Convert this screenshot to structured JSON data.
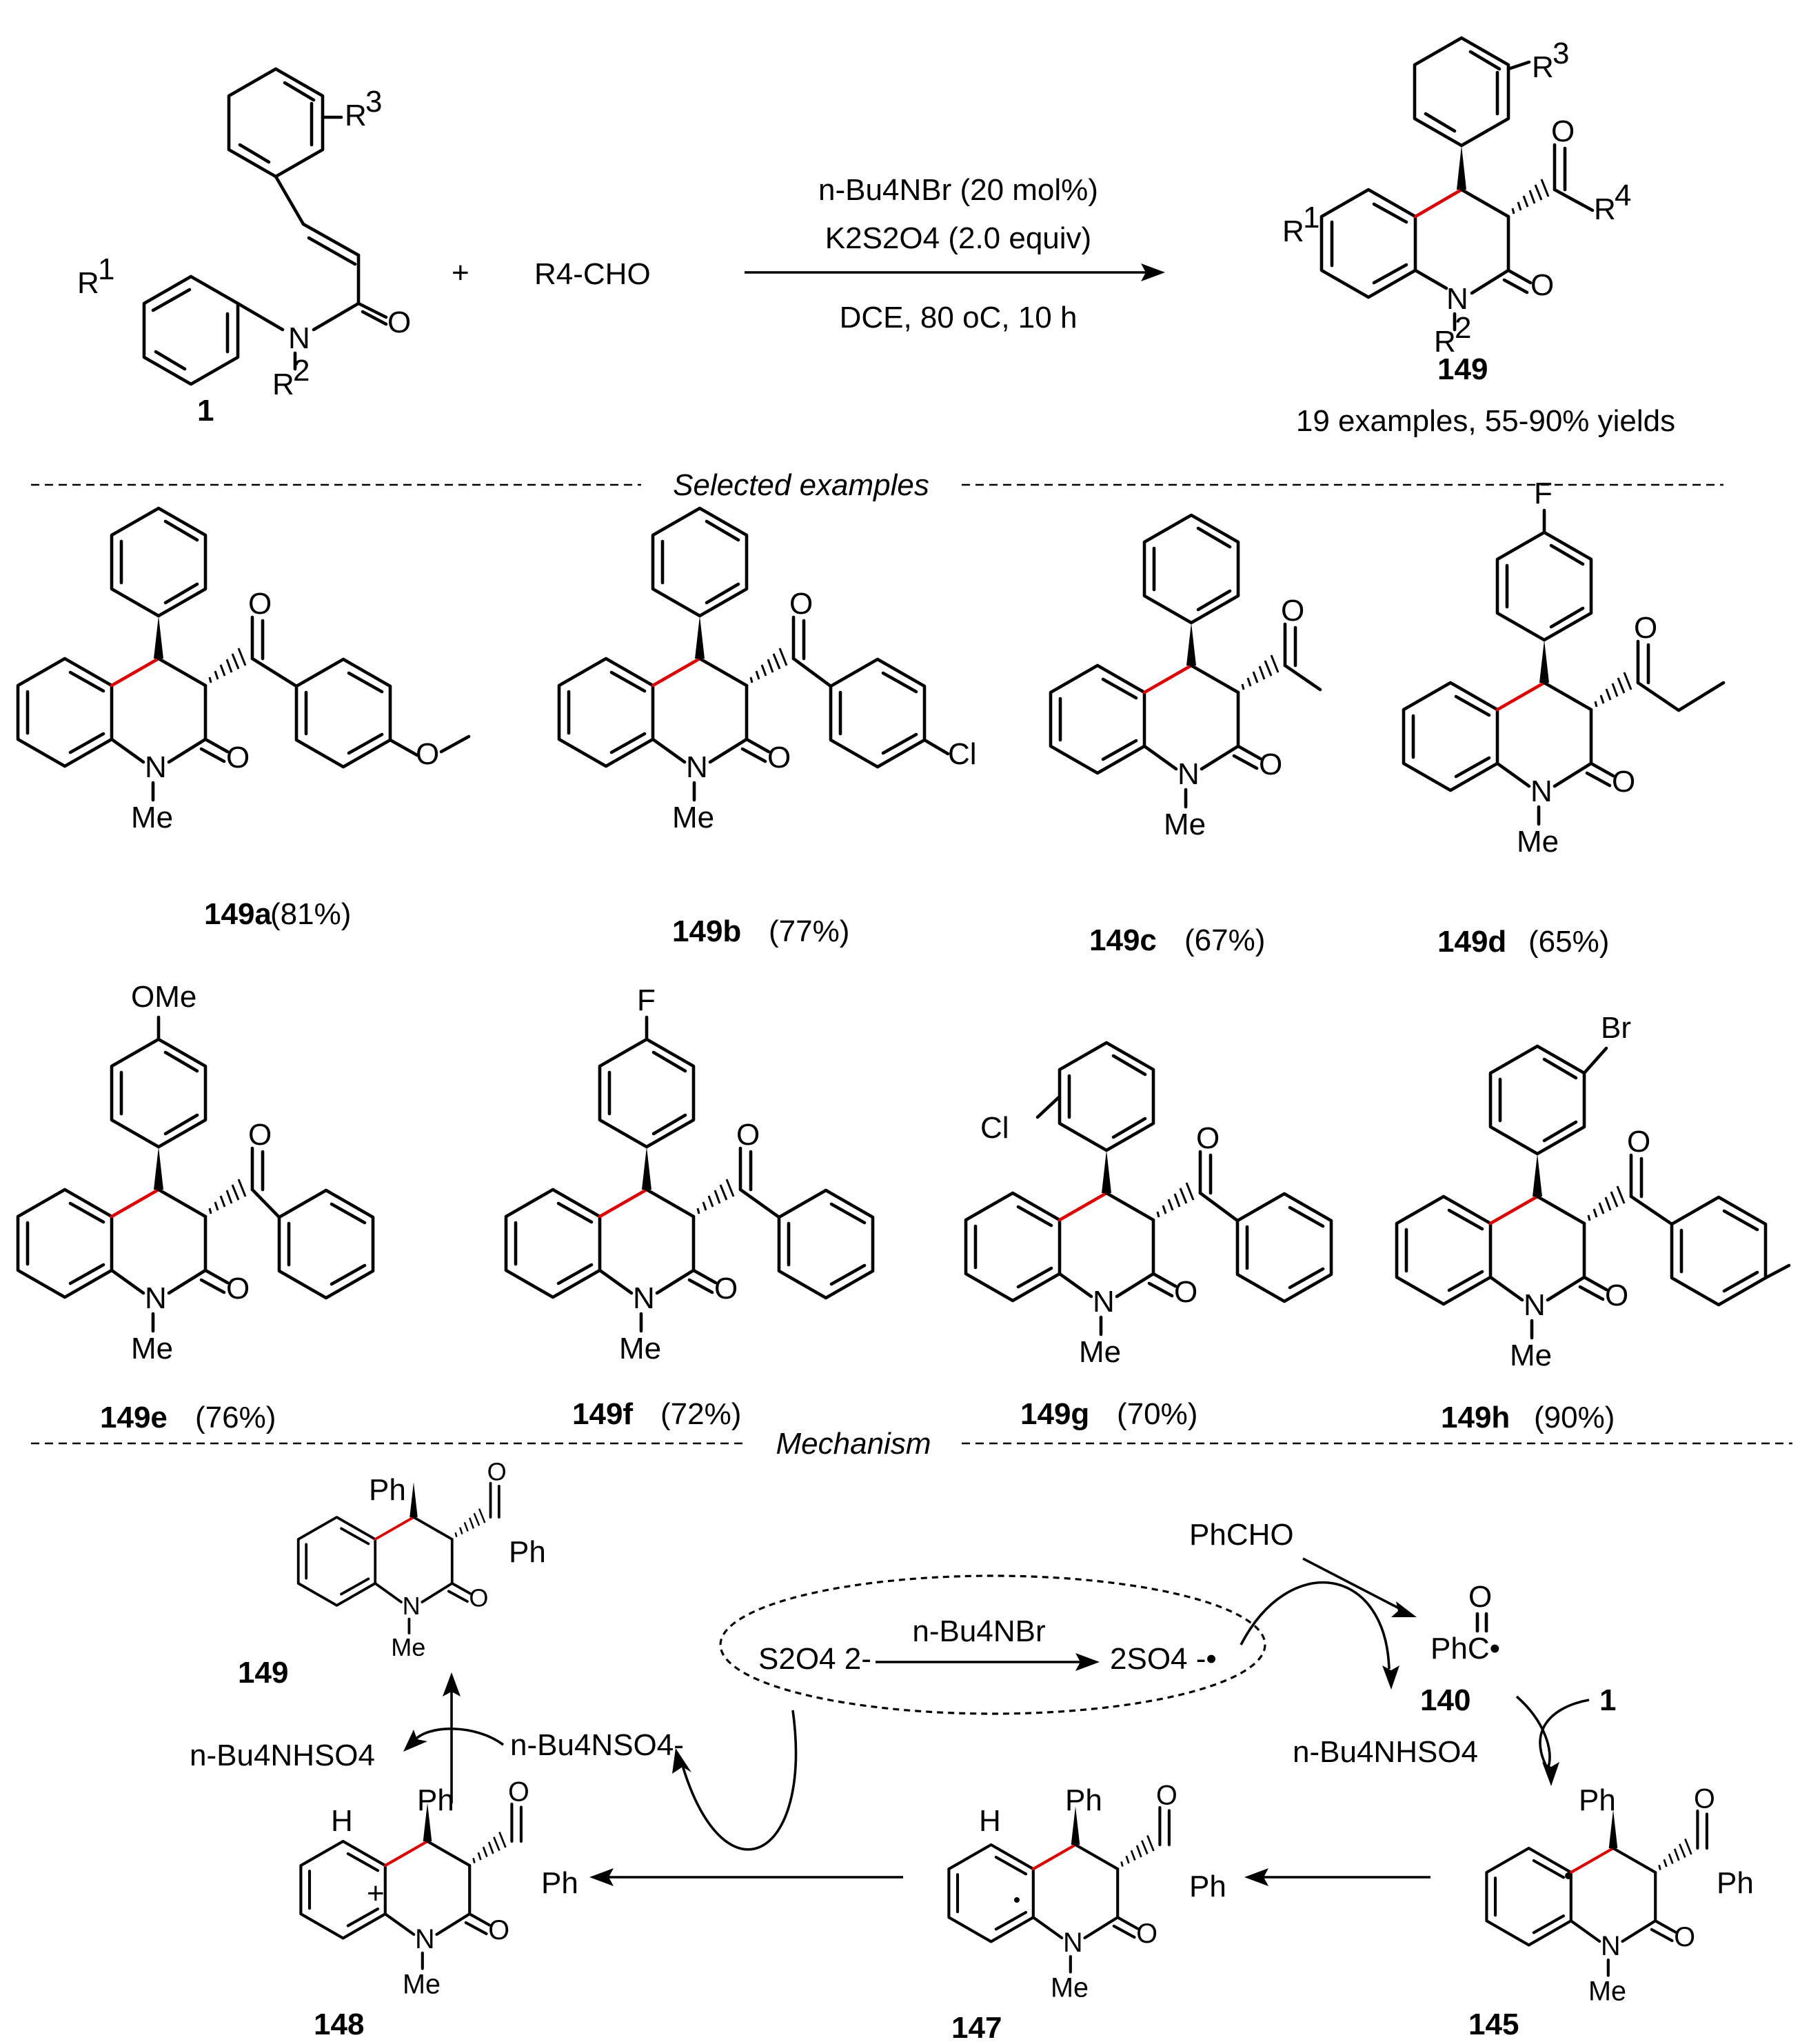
{
  "reaction": {
    "reagent": "R4-CHO",
    "plus": "+",
    "cond1": "n-Bu4NBr (20 mol%)",
    "cond2": "K2S2O4 (2.0 equiv)",
    "cond3": "DCE, 80 oC, 10 h",
    "sm_label": "1",
    "product_label": "149",
    "scope": "19 examples, 55-90% yields"
  },
  "sections": {
    "examples": "Selected examples",
    "mechanism": "Mechanism"
  },
  "examples": [
    {
      "id": "149a",
      "yield": "(81%)"
    },
    {
      "id": "149b",
      "yield": "(77%)"
    },
    {
      "id": "149c",
      "yield": "(67%)"
    },
    {
      "id": "149d",
      "yield": "(65%)"
    },
    {
      "id": "149e",
      "yield": "(76%)"
    },
    {
      "id": "149f",
      "yield": "(72%)"
    },
    {
      "id": "149g",
      "yield": "(70%)"
    },
    {
      "id": "149h",
      "yield": "(90%)"
    }
  ],
  "mechanism": {
    "cycle_reactant": "S2O4 2-",
    "cycle_reagent": "n-Bu4NBr",
    "cycle_product": "2SO4 -•",
    "aldehyde": "PhCHO",
    "acyl_radical": "PhC•",
    "acyl_label": "140",
    "sm_label": "1",
    "byproduct": "n-Bu4NHSO4",
    "sulfate": "n-Bu4NSO4-",
    "labels": [
      "149",
      "148",
      "147",
      "145"
    ]
  }
}
